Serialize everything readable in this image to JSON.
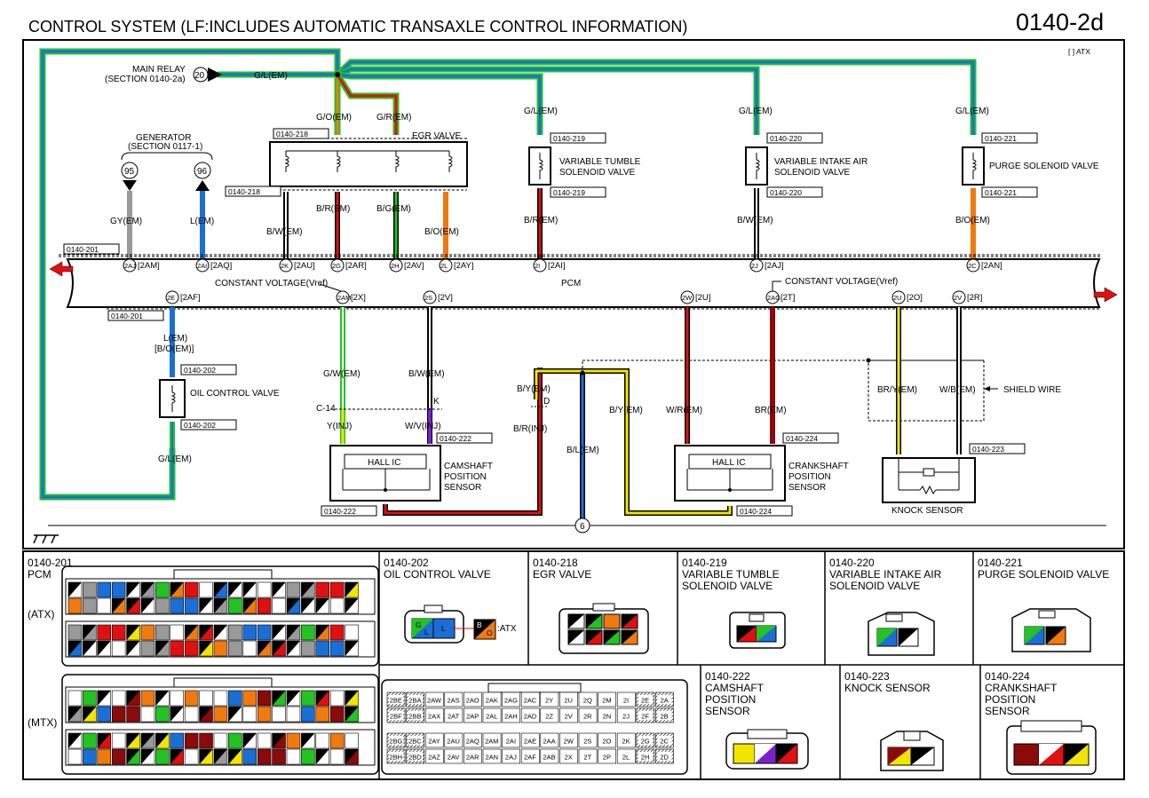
{
  "header": {
    "title": "CONTROL SYSTEM (LF:INCLUDES AUTOMATIC TRANSAXLE CONTROL INFORMATION)",
    "code": "0140-2d",
    "atx_note": "[ ] ATX"
  },
  "main_relay": {
    "label": "MAIN RELAY",
    "section": "(SECTION 0140-2a)",
    "num": "20",
    "wire": "G/L(EM)"
  },
  "generator": {
    "label": "GENERATOR",
    "section": "(SECTION 0117-1)",
    "t95": "95",
    "t96": "96",
    "w95": "GY(EM)",
    "w96": "L(EM)"
  },
  "egr": {
    "label": "EGR VALVE",
    "ref_top": "0140-218",
    "ref_bot": "0140-218",
    "w1": "G/O(EM)",
    "w2": "G/R(EM)",
    "w3": "B/W(EM)",
    "w4": "B/R(EM)",
    "w5": "B/G(EM)",
    "w6": "B/O(EM)"
  },
  "tumble": {
    "label1": "VARIABLE TUMBLE",
    "label2": "SOLENOID VALVE",
    "ref_top": "0140-219",
    "ref_bot": "0140-219",
    "w_top": "G/L(EM)",
    "w_bot": "B/R(EM)"
  },
  "intake": {
    "label1": "VARIABLE INTAKE AIR",
    "label2": "SOLENOID VALVE",
    "ref_top": "0140-220",
    "ref_bot": "0140-220",
    "w_top": "G/L(EM)",
    "w_bot": "B/W(EM)"
  },
  "purge": {
    "label": "PURGE SOLENOID VALVE",
    "ref_top": "0140-221",
    "ref_bot": "0140-221",
    "w_top": "G/L(EM)",
    "w_bot": "B/O(EM)"
  },
  "pcm": {
    "ref": "0140-201",
    "label": "PCM",
    "ref_bottom": "0140-201",
    "vref_left": "CONSTANT VOLTAGE(Vref)",
    "vref_right": "CONSTANT VOLTAGE(Vref)",
    "top_pins": [
      {
        "pin": "2AJ",
        "code": "[2AM]"
      },
      {
        "pin": "2AI",
        "code": "[2AQ]"
      },
      {
        "pin": "2K",
        "code": "[2AU]"
      },
      {
        "pin": "2G",
        "code": "[2AR]"
      },
      {
        "pin": "2H",
        "code": "[2AV]"
      },
      {
        "pin": "2L",
        "code": "[2AY]"
      },
      {
        "pin": "2I",
        "code": "[2AI]"
      },
      {
        "pin": "2J",
        "code": "[2AJ]"
      },
      {
        "pin": "2C",
        "code": "[2AN]"
      }
    ],
    "bot_pins": [
      {
        "pin": "2E",
        "code": "[2AF]"
      },
      {
        "pin": "2AM",
        "code": "[2X]"
      },
      {
        "pin": "2S",
        "code": "[2V]"
      },
      {
        "pin": "2W",
        "code": "[2U]"
      },
      {
        "pin": "2AG",
        "code": "[2T]"
      },
      {
        "pin": "2U",
        "code": "[2O]"
      },
      {
        "pin": "2V",
        "code": "[2R]"
      }
    ]
  },
  "oil": {
    "w1": "L(EM)",
    "w2": "[B/O(EM)]",
    "label": "OIL CONTROL VALVE",
    "ref_top": "0140-202",
    "ref_bot": "0140-202",
    "w3": "G/L(EM)"
  },
  "cam": {
    "w_gw": "G/W(EM)",
    "w_bw": "B/W(EM)",
    "c14": "C-14",
    "w_y": "Y(INJ)",
    "w_wv": "W/V(INJ)",
    "k": "K",
    "ref": "0140-222",
    "ref_bot": "0140-222",
    "ic": "HALL IC",
    "l1": "CAMSHAFT",
    "l2": "POSITION",
    "l3": "SENSOR"
  },
  "mid": {
    "by1": "B/Y(EM)",
    "d": "D",
    "br": "B/R(INJ)",
    "bl": "B/L(EM)",
    "by2": "B/Y(EM)",
    "g6": "6"
  },
  "crank": {
    "w_wr": "W/R(EM)",
    "w_br": "BR(EM)",
    "ref": "0140-224",
    "ref_bot": "0140-224",
    "ic": "HALL IC",
    "l1": "CRANKSHAFT",
    "l2": "POSITION",
    "l3": "SENSOR"
  },
  "knock": {
    "w_bry": "BR/Y(EM)",
    "w_wb": "W/B(EM)",
    "shield": "SHIELD WIRE",
    "ref": "0140-223",
    "label": "KNOCK SENSOR"
  },
  "panels": {
    "pcm_ref": "0140-201",
    "pcm_label": "PCM",
    "atx": "(ATX)",
    "mtx": "(MTX)",
    "oil_ref": "0140-202",
    "oil_label": "OIL CONTROL VALVE",
    "oil_atx": ":ATX",
    "egr_ref": "0140-218",
    "egr_label": "EGR VALVE",
    "tum_ref": "0140-219",
    "tum_l1": "VARIABLE TUMBLE",
    "tum_l2": "SOLENOID VALVE",
    "int_ref": "0140-220",
    "int_l1": "VARIABLE INTAKE AIR",
    "int_l2": "SOLENOID VALVE",
    "pur_ref": "0140-221",
    "pur_label": "PURGE SOLENOID VALVE",
    "cam_ref": "0140-222",
    "cam_l1": "CAMSHAFT",
    "cam_l2": "POSITION",
    "cam_l3": "SENSOR",
    "kn_ref": "0140-223",
    "kn_label": "KNOCK SENSOR",
    "cr_ref": "0140-224",
    "cr_l1": "CRANKSHAFT",
    "cr_l2": "POSITION",
    "cr_l3": "SENSOR",
    "pin_rows": [
      [
        "2BE",
        "2BA",
        "2AW",
        "2AS",
        "2AO",
        "2AK",
        "2AG",
        "2AC",
        "2Y",
        "2U",
        "2Q",
        "2M",
        "2I",
        "2E",
        "2A"
      ],
      [
        "2BF",
        "2BB",
        "2AX",
        "2AT",
        "2AP",
        "2AL",
        "2AH",
        "2AD",
        "2Z",
        "2V",
        "2R",
        "2N",
        "2J",
        "2F",
        "2B"
      ],
      [
        "2BG",
        "2BC",
        "2AY",
        "2AU",
        "2AQ",
        "2AM",
        "2AI",
        "2AE",
        "2AA",
        "2W",
        "2S",
        "2O",
        "2K",
        "2G",
        "2C"
      ],
      [
        "2BH",
        "2BD",
        "2AZ",
        "2AV",
        "2AR",
        "2AN",
        "2AJ",
        "2AF",
        "2AB",
        "2X",
        "2T",
        "2P",
        "2L",
        "2H",
        "2D"
      ]
    ]
  },
  "colors": {
    "green": "#22c322",
    "blue": "#1a6fd6",
    "red": "#e01010",
    "orange": "#f07a10",
    "yellow": "#f2e600",
    "gray": "#999999",
    "darkred": "#8b0a0a",
    "purple": "#7a22c8"
  }
}
